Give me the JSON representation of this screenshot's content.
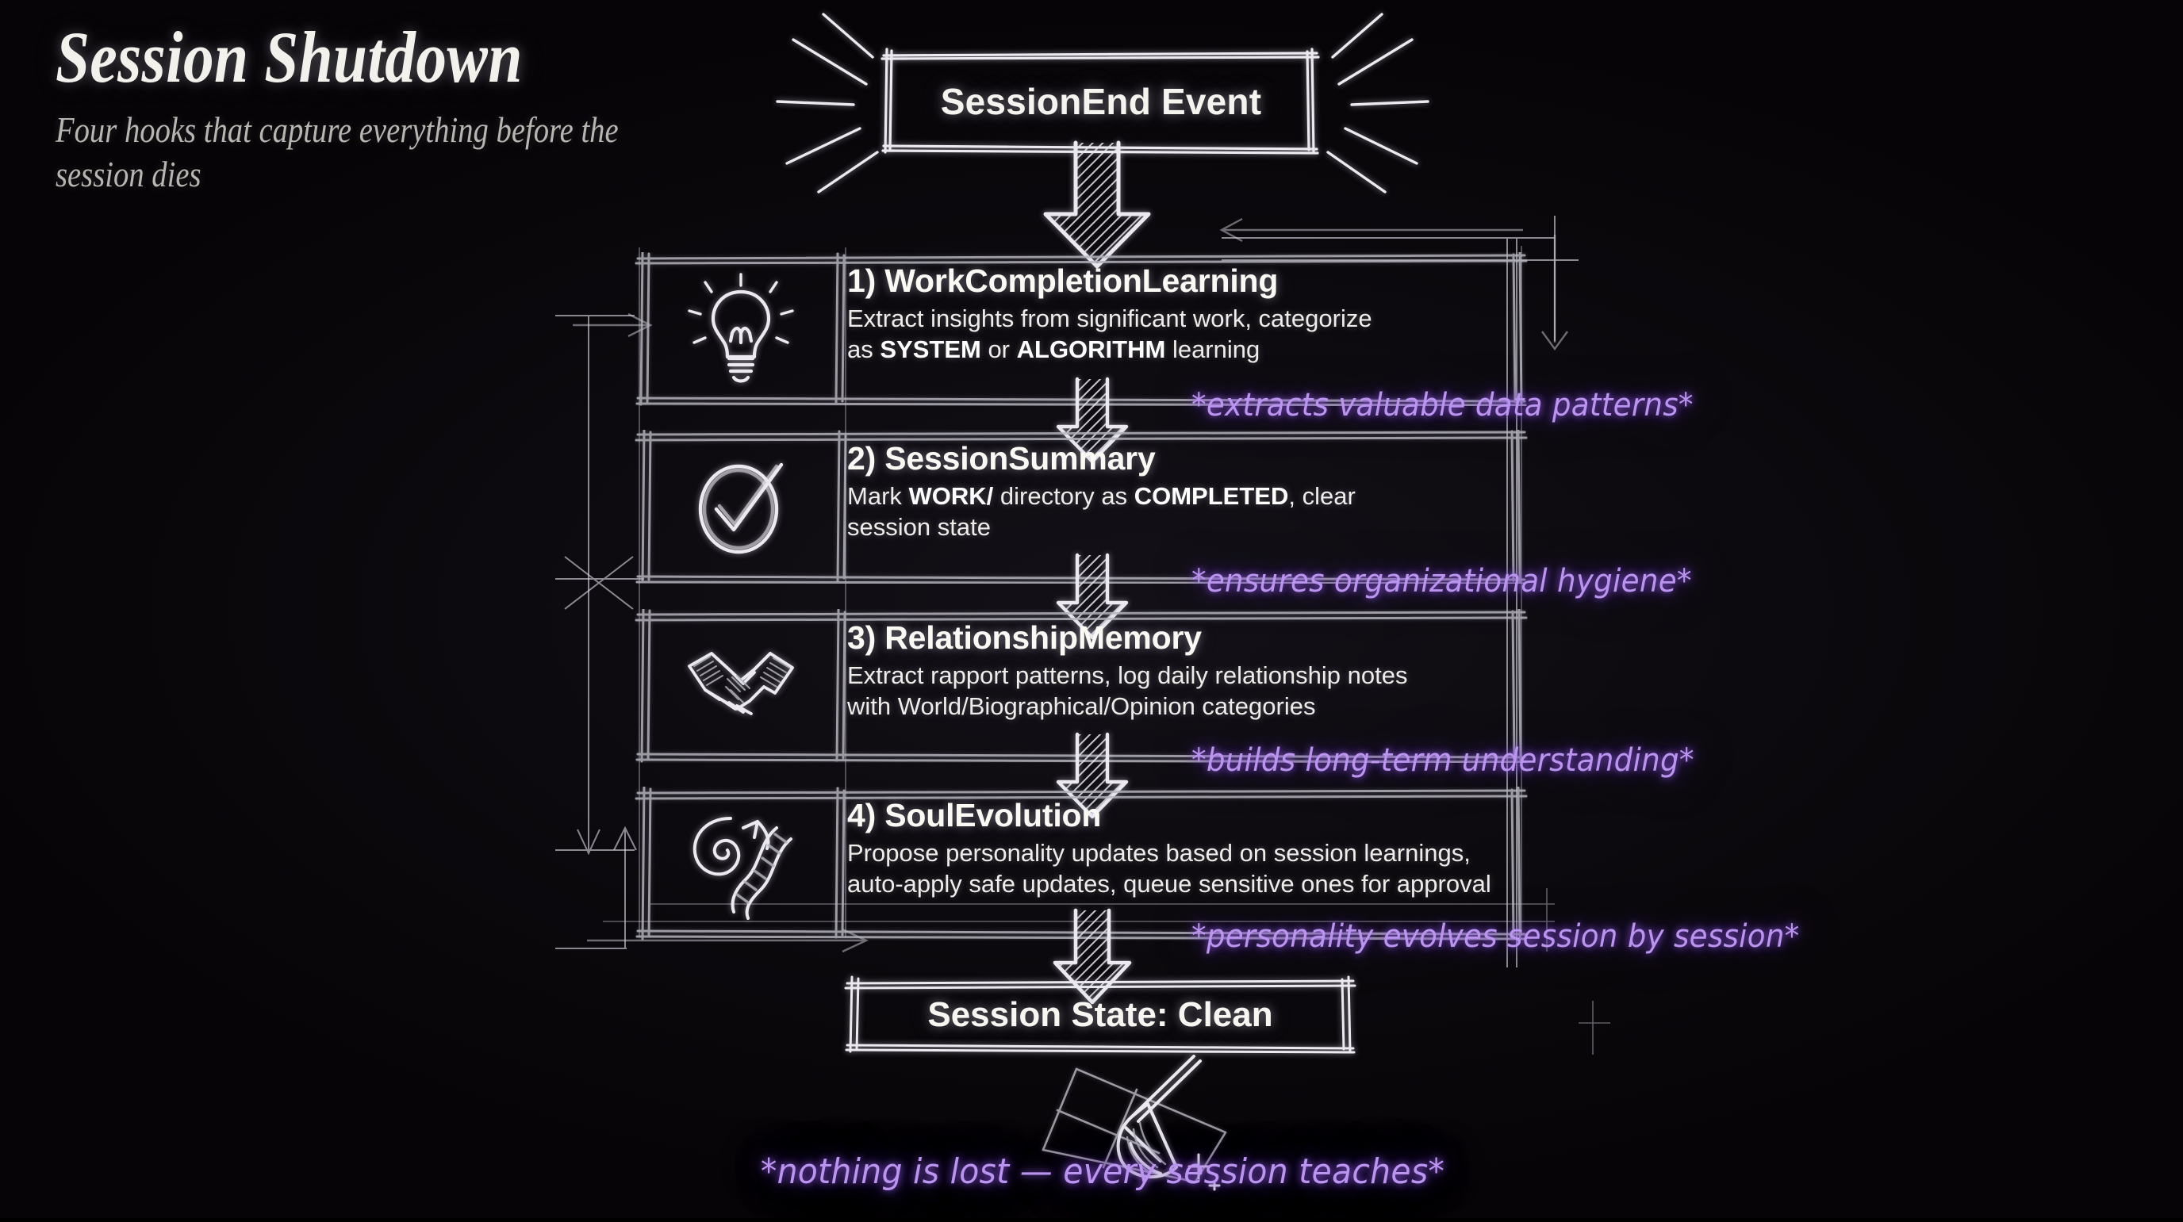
{
  "theme": {
    "background": "#060406",
    "chalk": "#ecea f0",
    "accent_purple": "#bb94ef",
    "glow_purple": "#7a3cd2"
  },
  "header": {
    "title": "Session Shutdown",
    "subtitle": "Four hooks that capture everything before the session dies",
    "event_box_label": "SessionEnd Event"
  },
  "hooks": [
    {
      "index": "1)",
      "name": "WorkCompletionLearning",
      "title": "1) WorkCompletionLearning",
      "desc_line1": "Extract insights from significant work, categorize",
      "desc_line2_pre": "as ",
      "desc_line2_b1": "SYSTEM",
      "desc_line2_mid": " or ",
      "desc_line2_b2": "ALGORITHM",
      "desc_line2_post": " learning",
      "icon": "lightbulb-icon",
      "annotation": "*extracts valuable data patterns*"
    },
    {
      "index": "2)",
      "name": "SessionSummary",
      "title": "2) SessionSummary",
      "desc_line1_pre": "Mark ",
      "desc_line1_b1": "WORK/",
      "desc_line1_mid": " directory as ",
      "desc_line1_b2": "COMPLETED",
      "desc_line1_post": ", clear",
      "desc_line2": "session state",
      "icon": "check-circle-icon",
      "annotation": "*ensures organizational hygiene*"
    },
    {
      "index": "3)",
      "name": "RelationshipMemory",
      "title": "3) RelationshipMemory",
      "desc_line1": "Extract rapport patterns, log daily relationship notes",
      "desc_line2": "with World/Biographical/Opinion categories",
      "icon": "handshake-icon",
      "annotation": "*builds long-term understanding*"
    },
    {
      "index": "4)",
      "name": "SoulEvolution",
      "title": "4) SoulEvolution",
      "desc_line1": "Propose personality updates based on session learnings,",
      "desc_line2": "auto-apply safe updates, queue sensitive ones for approval",
      "icon": "spiral-dna-icon",
      "annotation": "*personality evolves session by session*"
    }
  ],
  "footer": {
    "state_box_label": "Session State: Clean",
    "broom_icon": "broom-sweep-icon",
    "closing_note": "*nothing is lost — every session teaches*"
  }
}
